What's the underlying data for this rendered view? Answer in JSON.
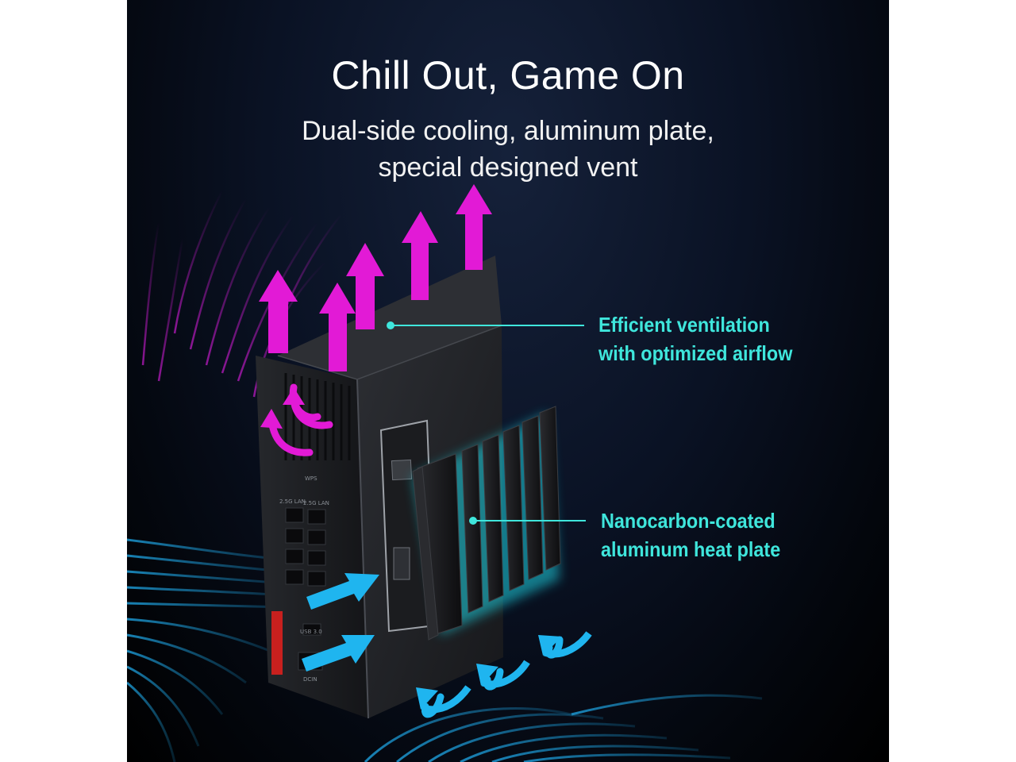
{
  "headline": {
    "title": "Chill Out, Game On",
    "subtitle_line1": "Dual-side cooling, aluminum plate,",
    "subtitle_line2": "special designed vent"
  },
  "callouts": {
    "ventilation": {
      "line1": "Efficient ventilation",
      "line2": "with optimized airflow"
    },
    "heat_plate": {
      "line1": "Nanocarbon-coated",
      "line2": "aluminum heat plate"
    }
  },
  "device_labels": {
    "wps": "WPS",
    "lan_a": "2.5G LAN",
    "lan_b": "2.5G LAN",
    "usb": "USB 3.0",
    "dc_in": "DCIN"
  },
  "colors": {
    "hot_air": "#e21ad6",
    "cool_air": "#1fa8e8",
    "callout_text": "#3fe6dc",
    "accent_red": "#c8201e",
    "background": "#0a1224"
  }
}
